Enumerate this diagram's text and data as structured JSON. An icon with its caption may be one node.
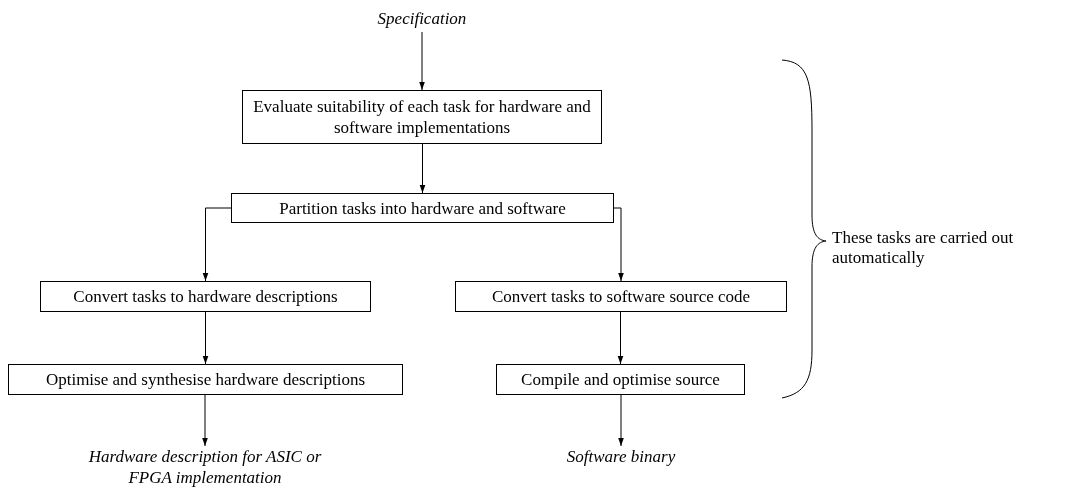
{
  "diagram": {
    "nodes": [
      {
        "text": [
          "Specification"
        ]
      },
      {
        "text": [
          "Evaluate suitability of each task for hardware and software implementations"
        ]
      },
      {
        "text": [
          "Partition tasks into hardware and software"
        ]
      },
      {
        "text": [
          "Convert tasks to hardware descriptions"
        ]
      },
      {
        "text": [
          "Convert tasks to software source code"
        ]
      },
      {
        "text": [
          "Optimise and synthesise hardware descriptions"
        ]
      },
      {
        "text": [
          "Compile and optimise source"
        ]
      },
      {
        "text": [
          "Hardware description for ASIC or FPGA implementation"
        ]
      },
      {
        "text": [
          "Software binary"
        ]
      }
    ],
    "edges": [
      {
        "from": 0,
        "to": 1,
        "arrow": "to"
      },
      {
        "from": 1,
        "to": 2,
        "arrow": "to"
      },
      {
        "from": 2,
        "to": 3,
        "arrow": "to"
      },
      {
        "from": 2,
        "to": 4,
        "arrow": "to"
      },
      {
        "from": 3,
        "to": 5,
        "arrow": "to"
      },
      {
        "from": 4,
        "to": 6,
        "arrow": "to"
      },
      {
        "from": 5,
        "to": 7,
        "arrow": "to"
      },
      {
        "from": 6,
        "to": 8,
        "arrow": "to"
      }
    ],
    "labels": [
      "These tasks are carried out automatically"
    ]
  }
}
